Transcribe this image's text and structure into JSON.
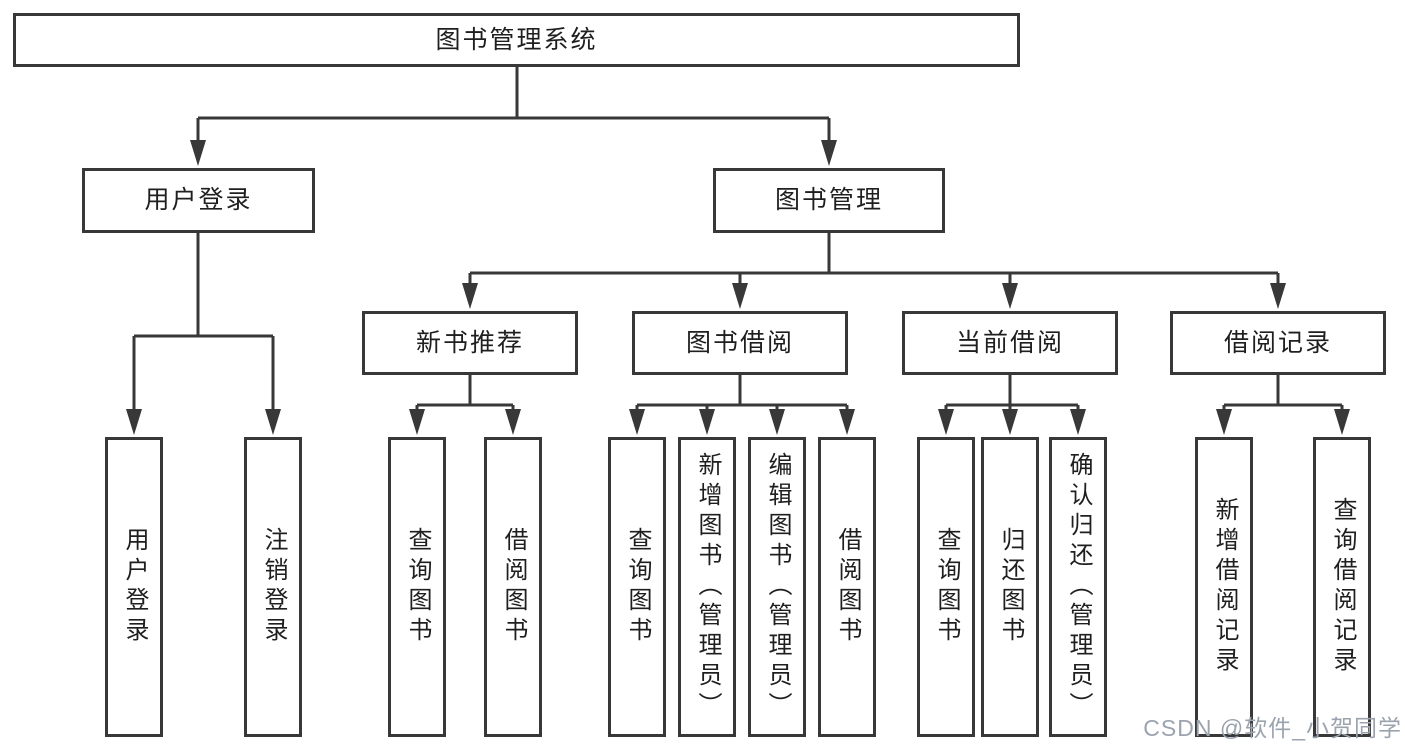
{
  "diagram": {
    "root": {
      "label": "图书管理系统"
    },
    "level2": [
      {
        "label": "用户登录"
      },
      {
        "label": "图书管理"
      }
    ],
    "level3": [
      {
        "label": "新书推荐"
      },
      {
        "label": "图书借阅"
      },
      {
        "label": "当前借阅"
      },
      {
        "label": "借阅记录"
      }
    ],
    "leaves": {
      "user_login": [
        {
          "label": "用户登录"
        },
        {
          "label": "注销登录"
        }
      ],
      "new_books": [
        {
          "label": "查询图书"
        },
        {
          "label": "借阅图书"
        }
      ],
      "book_borrow": [
        {
          "label": "查询图书"
        },
        {
          "label": "新增图书（管理员）"
        },
        {
          "label": "编辑图书（管理员）"
        },
        {
          "label": "借阅图书"
        }
      ],
      "current_borrow": [
        {
          "label": "查询图书"
        },
        {
          "label": "归还图书"
        },
        {
          "label": "确认归还（管理员）"
        }
      ],
      "borrow_records": [
        {
          "label": "新增借阅记录"
        },
        {
          "label": "查询借阅记录"
        }
      ]
    }
  },
  "watermark": {
    "text": "CSDN @软件_小贺同学"
  },
  "colors": {
    "line": "#383838",
    "box_border": "#383838",
    "text": "#1f1f1f",
    "watermark": "#9aa3ae",
    "background": "#ffffff"
  }
}
